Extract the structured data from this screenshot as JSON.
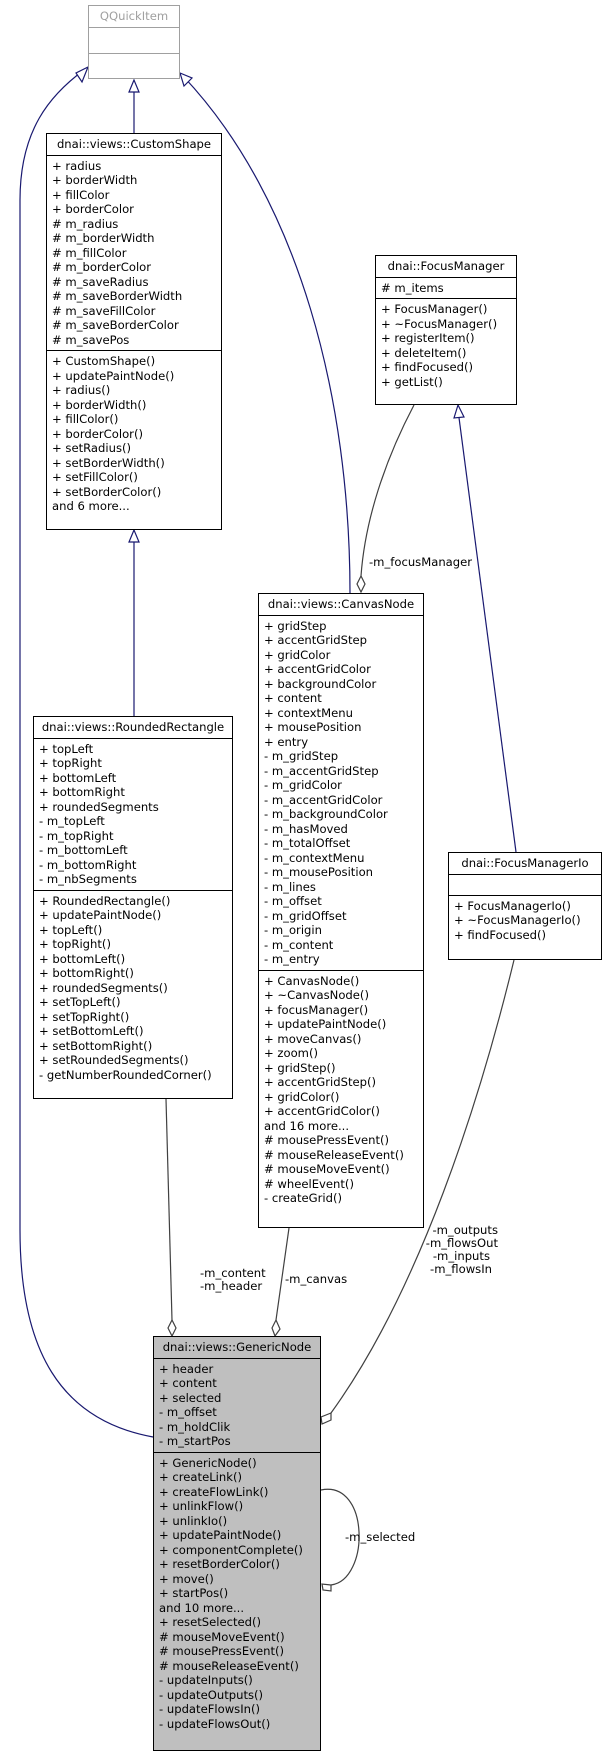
{
  "nodes": {
    "qquickitem": {
      "title": "QQuickItem"
    },
    "customshape": {
      "title": "dnai::views::CustomShape",
      "attributes": [
        "+ radius",
        "+ borderWidth",
        "+ fillColor",
        "+ borderColor",
        "# m_radius",
        "# m_borderWidth",
        "# m_fillColor",
        "# m_borderColor",
        "# m_saveRadius",
        "# m_saveBorderWidth",
        "# m_saveFillColor",
        "# m_saveBorderColor",
        "# m_savePos"
      ],
      "methods": [
        "+ CustomShape()",
        "+ updatePaintNode()",
        "+ radius()",
        "+ borderWidth()",
        "+ fillColor()",
        "+ borderColor()",
        "+ setRadius()",
        "+ setBorderWidth()",
        "+ setFillColor()",
        "+ setBorderColor()",
        "and 6 more..."
      ]
    },
    "focusmanager": {
      "title": "dnai::FocusManager",
      "attributes": [
        "# m_items"
      ],
      "methods": [
        "+ FocusManager()",
        "+ ~FocusManager()",
        "+ registerItem()",
        "+ deleteItem()",
        "+ findFocused()",
        "+ getList()"
      ]
    },
    "canvasnode": {
      "title": "dnai::views::CanvasNode",
      "attributes": [
        "+ gridStep",
        "+ accentGridStep",
        "+ gridColor",
        "+ accentGridColor",
        "+ backgroundColor",
        "+ content",
        "+ contextMenu",
        "+ mousePosition",
        "+ entry",
        "- m_gridStep",
        "- m_accentGridStep",
        "- m_gridColor",
        "- m_accentGridColor",
        "- m_backgroundColor",
        "- m_hasMoved",
        "- m_totalOffset",
        "- m_contextMenu",
        "- m_mousePosition",
        "- m_lines",
        "- m_offset",
        "- m_gridOffset",
        "- m_origin",
        "- m_content",
        "- m_entry"
      ],
      "methods": [
        "+ CanvasNode()",
        "+ ~CanvasNode()",
        "+ focusManager()",
        "+ updatePaintNode()",
        "+ moveCanvas()",
        "+ zoom()",
        "+ gridStep()",
        "+ accentGridStep()",
        "+ gridColor()",
        "+ accentGridColor()",
        "and 16 more...",
        "# mousePressEvent()",
        "# mouseReleaseEvent()",
        "# mouseMoveEvent()",
        "# wheelEvent()",
        "- createGrid()"
      ]
    },
    "roundedrectangle": {
      "title": "dnai::views::RoundedRectangle",
      "attributes": [
        "+ topLeft",
        "+ topRight",
        "+ bottomLeft",
        "+ bottomRight",
        "+ roundedSegments",
        "- m_topLeft",
        "- m_topRight",
        "- m_bottomLeft",
        "- m_bottomRight",
        "- m_nbSegments"
      ],
      "methods": [
        "+ RoundedRectangle()",
        "+ updatePaintNode()",
        "+ topLeft()",
        "+ topRight()",
        "+ bottomLeft()",
        "+ bottomRight()",
        "+ roundedSegments()",
        "+ setTopLeft()",
        "+ setTopRight()",
        "+ setBottomLeft()",
        "+ setBottomRight()",
        "+ setRoundedSegments()",
        "- getNumberRoundedCorner()"
      ]
    },
    "focusmanagerio": {
      "title": "dnai::FocusManagerIo",
      "attributes": [],
      "methods": [
        "+ FocusManagerIo()",
        "+ ~FocusManagerIo()",
        "+ findFocused()"
      ]
    },
    "genericnode": {
      "title": "dnai::views::GenericNode",
      "attributes": [
        "+ header",
        "+ content",
        "+ selected",
        "- m_offset",
        "- m_holdClik",
        "- m_startPos"
      ],
      "methods": [
        "+ GenericNode()",
        "+ createLink()",
        "+ createFlowLink()",
        "+ unlinkFlow()",
        "+ unlinkIo()",
        "+ updatePaintNode()",
        "+ componentComplete()",
        "+ resetBorderColor()",
        "+ move()",
        "+ startPos()",
        "and 10 more...",
        "+ resetSelected()",
        "# mouseMoveEvent()",
        "# mousePressEvent()",
        "# mouseReleaseEvent()",
        "- updateInputs()",
        "- updateOutputs()",
        "- updateFlowsIn()",
        "- updateFlowsOut()"
      ]
    }
  },
  "edge_labels": {
    "focus_manager": "-m_focusManager",
    "content_header": [
      "-m_content",
      "-m_header"
    ],
    "canvas": "-m_canvas",
    "io": [
      "-m_outputs",
      "-m_flowsOut",
      "-m_inputs",
      "-m_flowsIn"
    ],
    "selected": "-m_selected"
  },
  "colors": {
    "inheritance_edge": "#191970",
    "association_edge": "#404040",
    "highlight_fill": "#bfbfbf",
    "external_border": "#a0a0a0"
  }
}
